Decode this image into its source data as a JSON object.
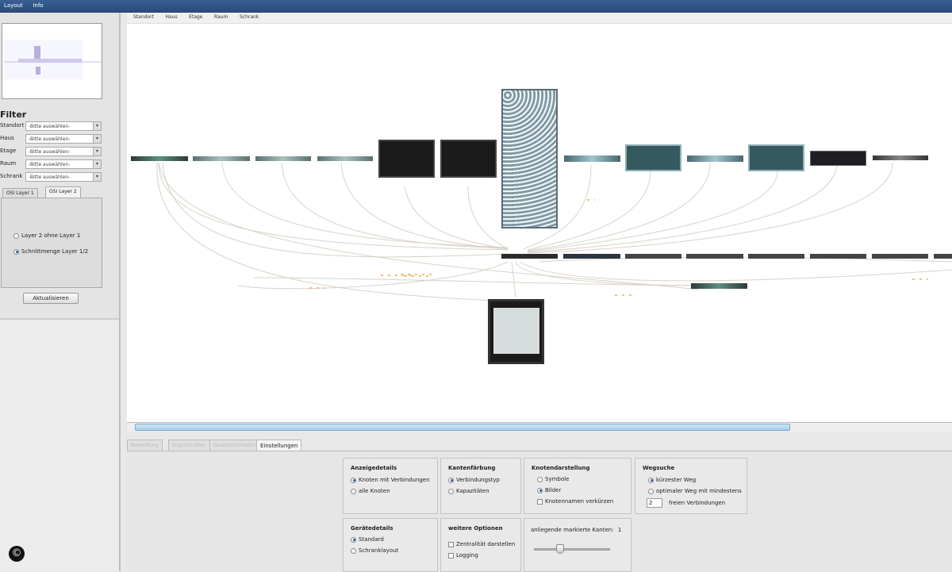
{
  "menu": {
    "items": [
      "Layout",
      "Info"
    ]
  },
  "filter": {
    "title": "Filter",
    "rows": [
      {
        "label": "Standort",
        "value": "-Bitte auswählen-"
      },
      {
        "label": "Haus",
        "value": "-Bitte auswählen-"
      },
      {
        "label": "Etage",
        "value": "-Bitte auswählen-"
      },
      {
        "label": "Raum",
        "value": "-Bitte auswählen-"
      },
      {
        "label": "Schrank",
        "value": "-Bitte auswählen-"
      }
    ],
    "tabs": [
      "OSI Layer 1",
      "OSI Layer 2"
    ],
    "options": [
      "Layer 2 ohne Layer 1",
      "Schnittmenge Layer 1/2"
    ],
    "refresh_label": "Aktualisieren"
  },
  "breadcrumbs": [
    "Standort",
    "Haus",
    "Etage",
    "Raum",
    "Schrank"
  ],
  "bottom_tabs": [
    "Bemerkung",
    "Eigenschaften",
    "Geräteinformation",
    "Einstellungen"
  ],
  "settings": {
    "anzeigedetails": {
      "title": "Anzeigedetails",
      "options": [
        "Knoten mit Verbindungen",
        "alle Knoten"
      ]
    },
    "kantenfaerbung": {
      "title": "Kantenfärbung",
      "options": [
        "Verbindungstyp",
        "Kapazitäten"
      ]
    },
    "knotendarstellung": {
      "title": "Knotendarstellung",
      "options": [
        "Symbole",
        "Bilder",
        "Knotennamen verkürzen"
      ]
    },
    "wegsuche": {
      "title": "Wegsuche",
      "options": [
        "kürzester Weg",
        "optimaler Weg mit mindestens"
      ],
      "count": "2",
      "count_suffix": "freien Verbindungen"
    },
    "geraetedetails": {
      "title": "Gerätedetails",
      "options": [
        "Standard",
        "Schranklayout"
      ]
    },
    "weitere": {
      "title": "weitere Optionen",
      "options": [
        "Zentralität darstellen",
        "Logging"
      ]
    },
    "kanten": {
      "label": "anliegende markierte Kanten:",
      "value": "1"
    }
  },
  "colors": {
    "menubar": "#2f5487",
    "accent": "#2a5d9e",
    "edge": "#d8d2c8",
    "edge_label": "#e0b050"
  }
}
